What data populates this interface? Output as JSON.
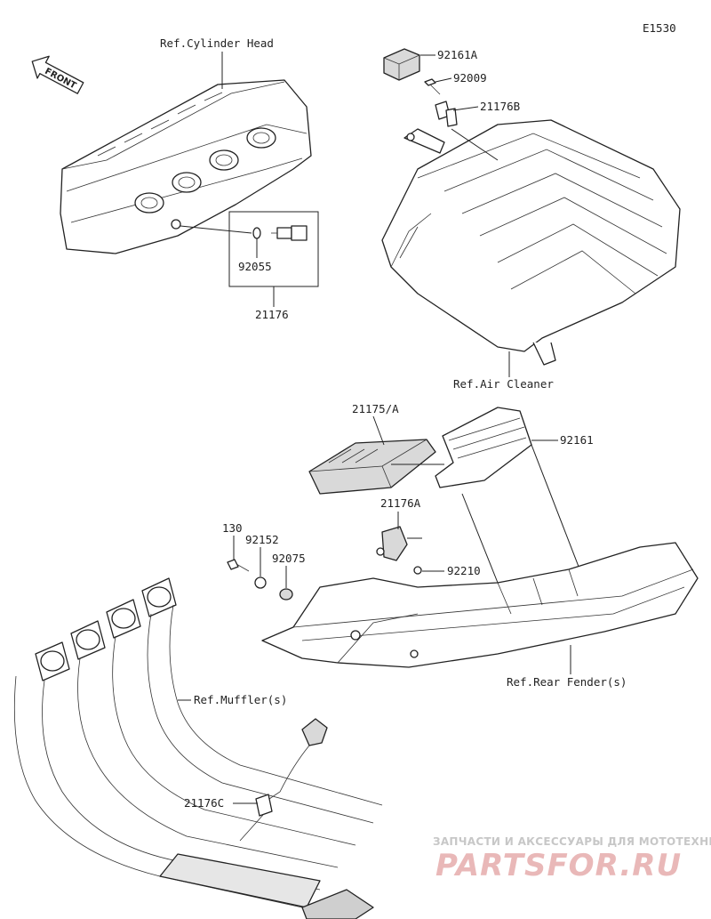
{
  "diagram_code": "E1530",
  "front_label": "FRONT",
  "refs": {
    "cylinder_head": "Ref.Cylinder Head",
    "air_cleaner": "Ref.Air Cleaner",
    "rear_fender": "Ref.Rear Fender(s)",
    "muffler": "Ref.Muffler(s)"
  },
  "parts": {
    "p92161A": "92161A",
    "p92009": "92009",
    "p21176B": "21176B",
    "p92055": "92055",
    "p21176": "21176",
    "p21175A": "21175/A",
    "p92161": "92161",
    "p21176A": "21176A",
    "p92210": "92210",
    "p130": "130",
    "p92152": "92152",
    "p92075": "92075",
    "p21176C": "21176C"
  },
  "watermark": {
    "tagline": "ЗАПЧАСТИ И АКСЕССУАРЫ ДЛЯ МОТОТЕХНИКИ",
    "brand": "PARTSFOR.RU"
  }
}
